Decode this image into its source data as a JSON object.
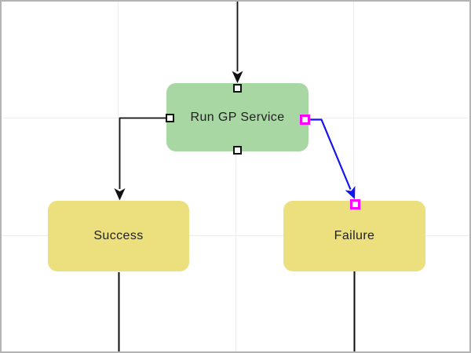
{
  "colors": {
    "canvas_bg": "#ffffff",
    "canvas_border": "#b3b3b3",
    "grid_line": "#ededed",
    "process_node_fill": "#a8d7a4",
    "terminal_node_fill": "#ecdf7d",
    "node_label": "#1f1f1f",
    "edge_default": "#111111",
    "edge_selected": "#1414f0",
    "handle_fill": "#ffffff",
    "handle_border": "#111111",
    "handle_selected_border": "#ff00ff"
  },
  "diagram": {
    "nodes": [
      {
        "id": "run-gp-service",
        "label": "Run GP Service",
        "kind": "process"
      },
      {
        "id": "success",
        "label": "Success",
        "kind": "terminal"
      },
      {
        "id": "failure",
        "label": "Failure",
        "kind": "terminal"
      }
    ],
    "edges": [
      {
        "from": "offscreen-top",
        "to": "run-gp-service",
        "style": "default"
      },
      {
        "from": "run-gp-service",
        "to": "success",
        "style": "default"
      },
      {
        "from": "run-gp-service",
        "to": "failure",
        "style": "selected"
      },
      {
        "from": "success",
        "to": "offscreen-bottom",
        "style": "default"
      },
      {
        "from": "failure",
        "to": "offscreen-bottom",
        "style": "default"
      }
    ]
  }
}
